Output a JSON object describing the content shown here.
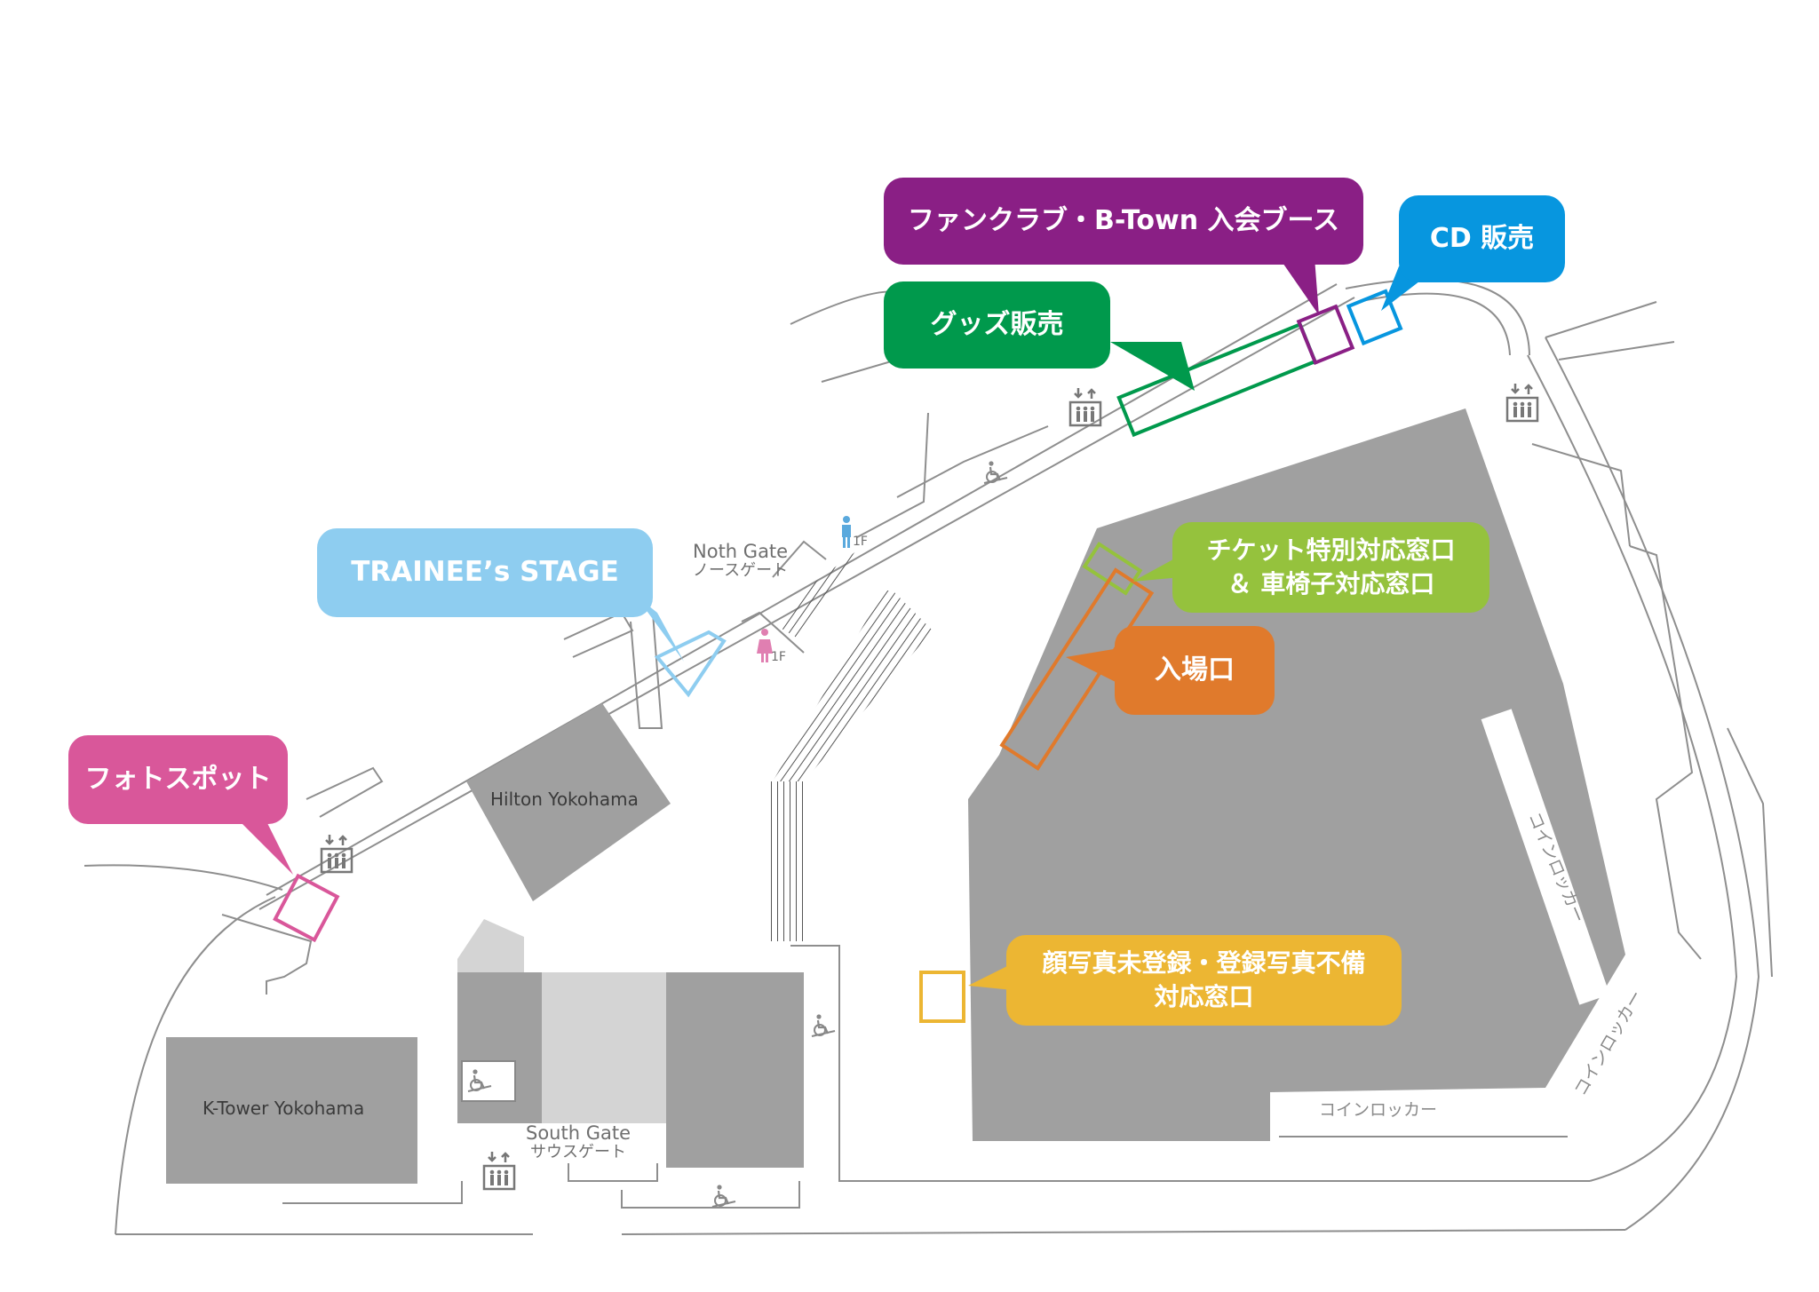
{
  "colors": {
    "fanclub": "#8a1f85",
    "cd": "#0796df",
    "goods": "#00994c",
    "trainee": "#8ecdf0",
    "photo": "#d9579a",
    "ticket": "#95c23d",
    "entrance": "#e07a2c",
    "face": "#ecb633",
    "building": "#a0a0a0",
    "building_light": "#d4d4d4",
    "line": "#8e8e8e"
  },
  "callouts": {
    "fanclub": "ファンクラブ・B-Town 入会ブース",
    "cd": "CD 販売",
    "goods": "グッズ販売",
    "trainee": "TRAINEE’s STAGE",
    "photo": "フォトスポット",
    "ticket_line1": "チケット特別対応窓口",
    "ticket_line2": "＆ 車椅子対応窓口",
    "entrance": "入場口",
    "face_line1": "顔写真未登録・登録写真不備",
    "face_line2": "対応窓口"
  },
  "gates": {
    "north_en": "Noth Gate",
    "north_jp": "ノースゲート",
    "south_en": "South Gate",
    "south_jp": "サウスゲート"
  },
  "buildings": {
    "hilton": "Hilton Yokohama",
    "ktower": "K-Tower Yokohama"
  },
  "lockers": {
    "right_upper": "コインロッカー",
    "right_lower": "コインロッカー",
    "bottom": "コインロッカー"
  },
  "floor": {
    "male": "1F",
    "female": "1F"
  },
  "icons": [
    "elevator-icon",
    "wheelchair-icon",
    "male-restroom-icon",
    "female-restroom-icon",
    "multipurpose-restroom-icon"
  ]
}
